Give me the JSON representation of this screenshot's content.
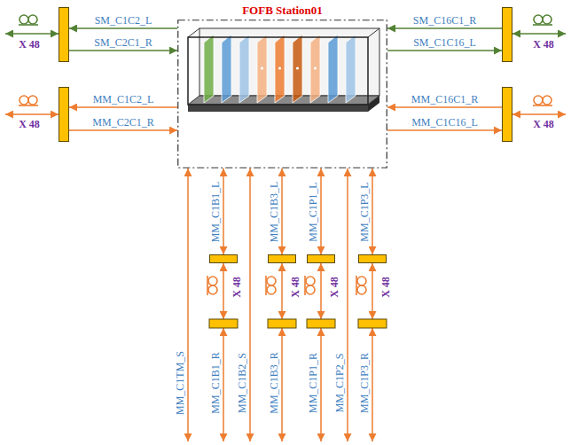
{
  "diagram": {
    "nodes": [
      {
        "text": [
          "FOFB Station01"
        ]
      },
      {
        "text": [
          "X 48"
        ]
      },
      {
        "text": [
          "X 48"
        ]
      },
      {
        "text": [
          "X 48"
        ]
      },
      {
        "text": [
          "X 48"
        ]
      },
      {
        "text": [
          "X 48"
        ]
      },
      {
        "text": [
          "X 48"
        ]
      },
      {
        "text": [
          "X 48"
        ]
      },
      {
        "text": [
          "X 48"
        ]
      }
    ],
    "edges": [
      {
        "from": 0,
        "to": 1,
        "arrow": "to",
        "label": "SM_C1C2_L"
      },
      {
        "from": 1,
        "to": 0,
        "arrow": "to",
        "label": "SM_C2C1_R"
      },
      {
        "from": 0,
        "to": 2,
        "arrow": "to",
        "label": "MM_C1C2_L"
      },
      {
        "from": 2,
        "to": 0,
        "arrow": "to",
        "label": "MM_C2C1_R"
      },
      {
        "from": 3,
        "to": 0,
        "arrow": "to",
        "label": "SM_C16C1_R"
      },
      {
        "from": 0,
        "to": 3,
        "arrow": "to",
        "label": "SM_C1C16_L"
      },
      {
        "from": 4,
        "to": 0,
        "arrow": "to",
        "label": "MM_C16C1_R"
      },
      {
        "from": 0,
        "to": 4,
        "arrow": "to",
        "label": "MM_C1C16_L"
      },
      {
        "from": 0,
        "to": 5,
        "arrow": "both",
        "label": "MM_C1B1_L"
      },
      {
        "from": 0,
        "to": 6,
        "arrow": "both",
        "label": "MM_C1B3_L"
      },
      {
        "from": 0,
        "to": 7,
        "arrow": "both",
        "label": "MM_C1P1_L"
      },
      {
        "from": 0,
        "to": 8,
        "arrow": "both",
        "label": "MM_C1P3_L"
      }
    ],
    "labels": [
      "MM_C1TM_S",
      "MM_C1B1_R",
      "MM_C1B2_S",
      "MM_C1B3_R",
      "MM_C1P1_R",
      "MM_C1P2_S",
      "MM_C1P3_R"
    ]
  }
}
